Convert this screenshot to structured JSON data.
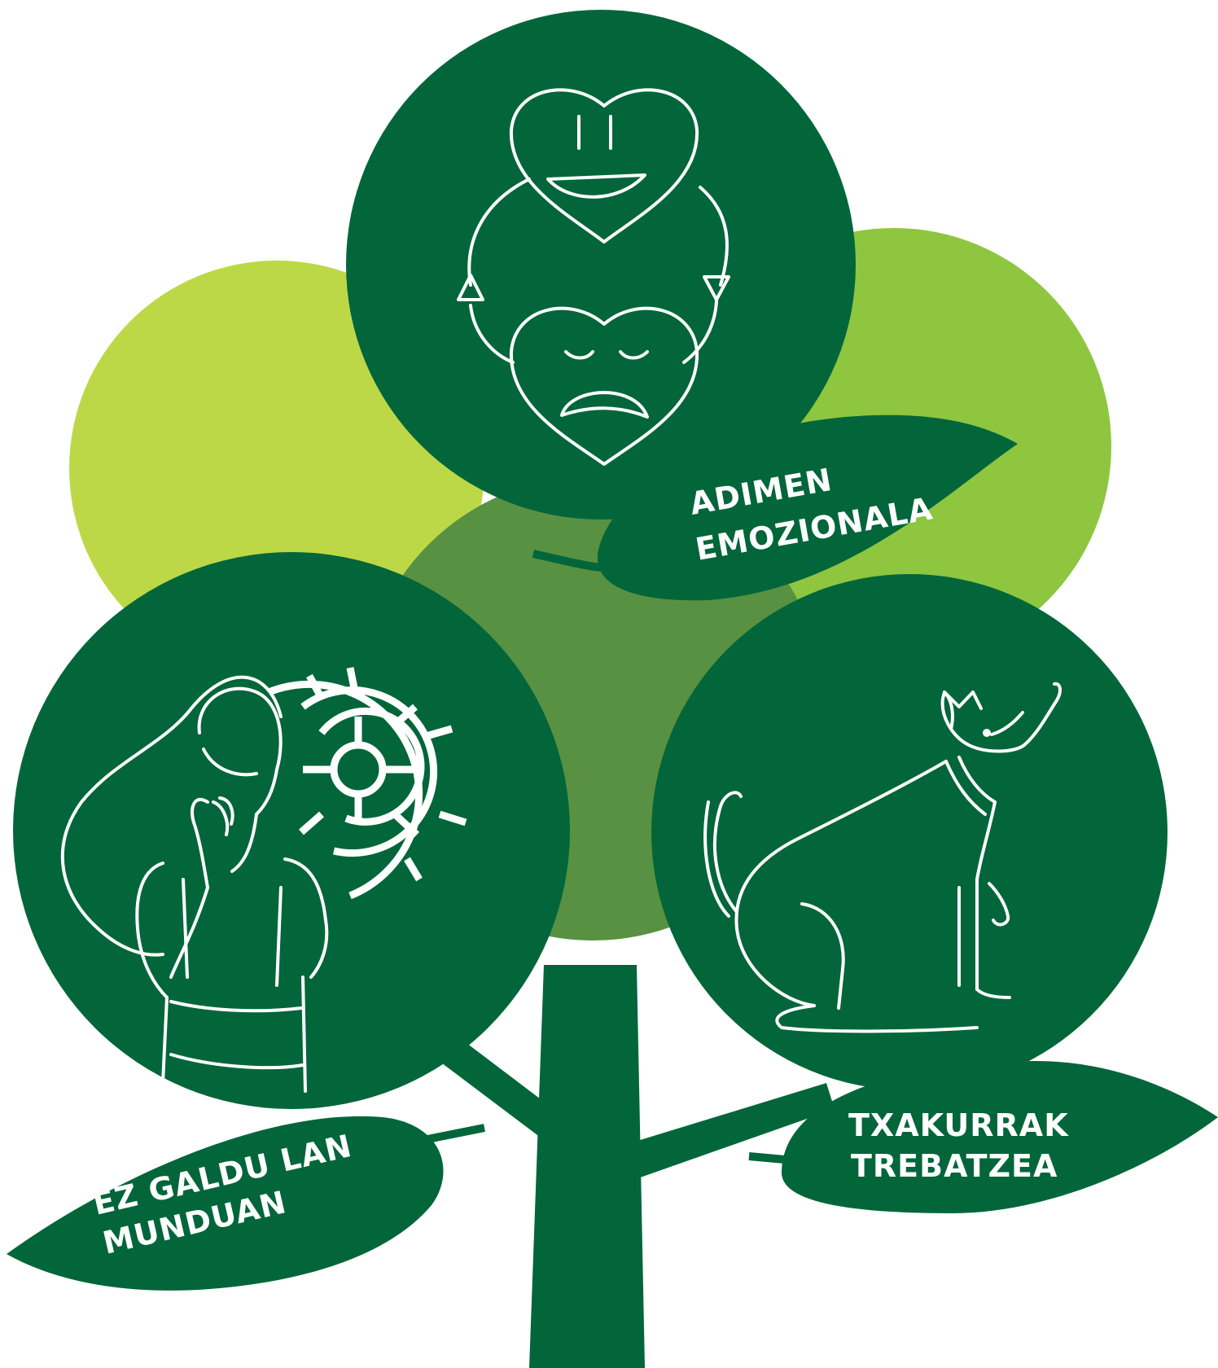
{
  "colors": {
    "dark_green": "#02663a",
    "mid_green": "#589142",
    "lime_light": "#bdd847",
    "lime": "#8ec63f",
    "white": "#ffffff"
  },
  "topics": [
    {
      "id": "emotional",
      "icon": "heart-emotion-cycle-icon",
      "line1": "ADIMEN",
      "line2": "EMOZIONALA"
    },
    {
      "id": "work",
      "icon": "woman-maze-icon",
      "line1": "EZ GALDU LAN",
      "line2": "MUNDUAN"
    },
    {
      "id": "dogs",
      "icon": "sitting-dog-icon",
      "line1": "TXAKURRAK",
      "line2": "TREBATZEA"
    }
  ]
}
